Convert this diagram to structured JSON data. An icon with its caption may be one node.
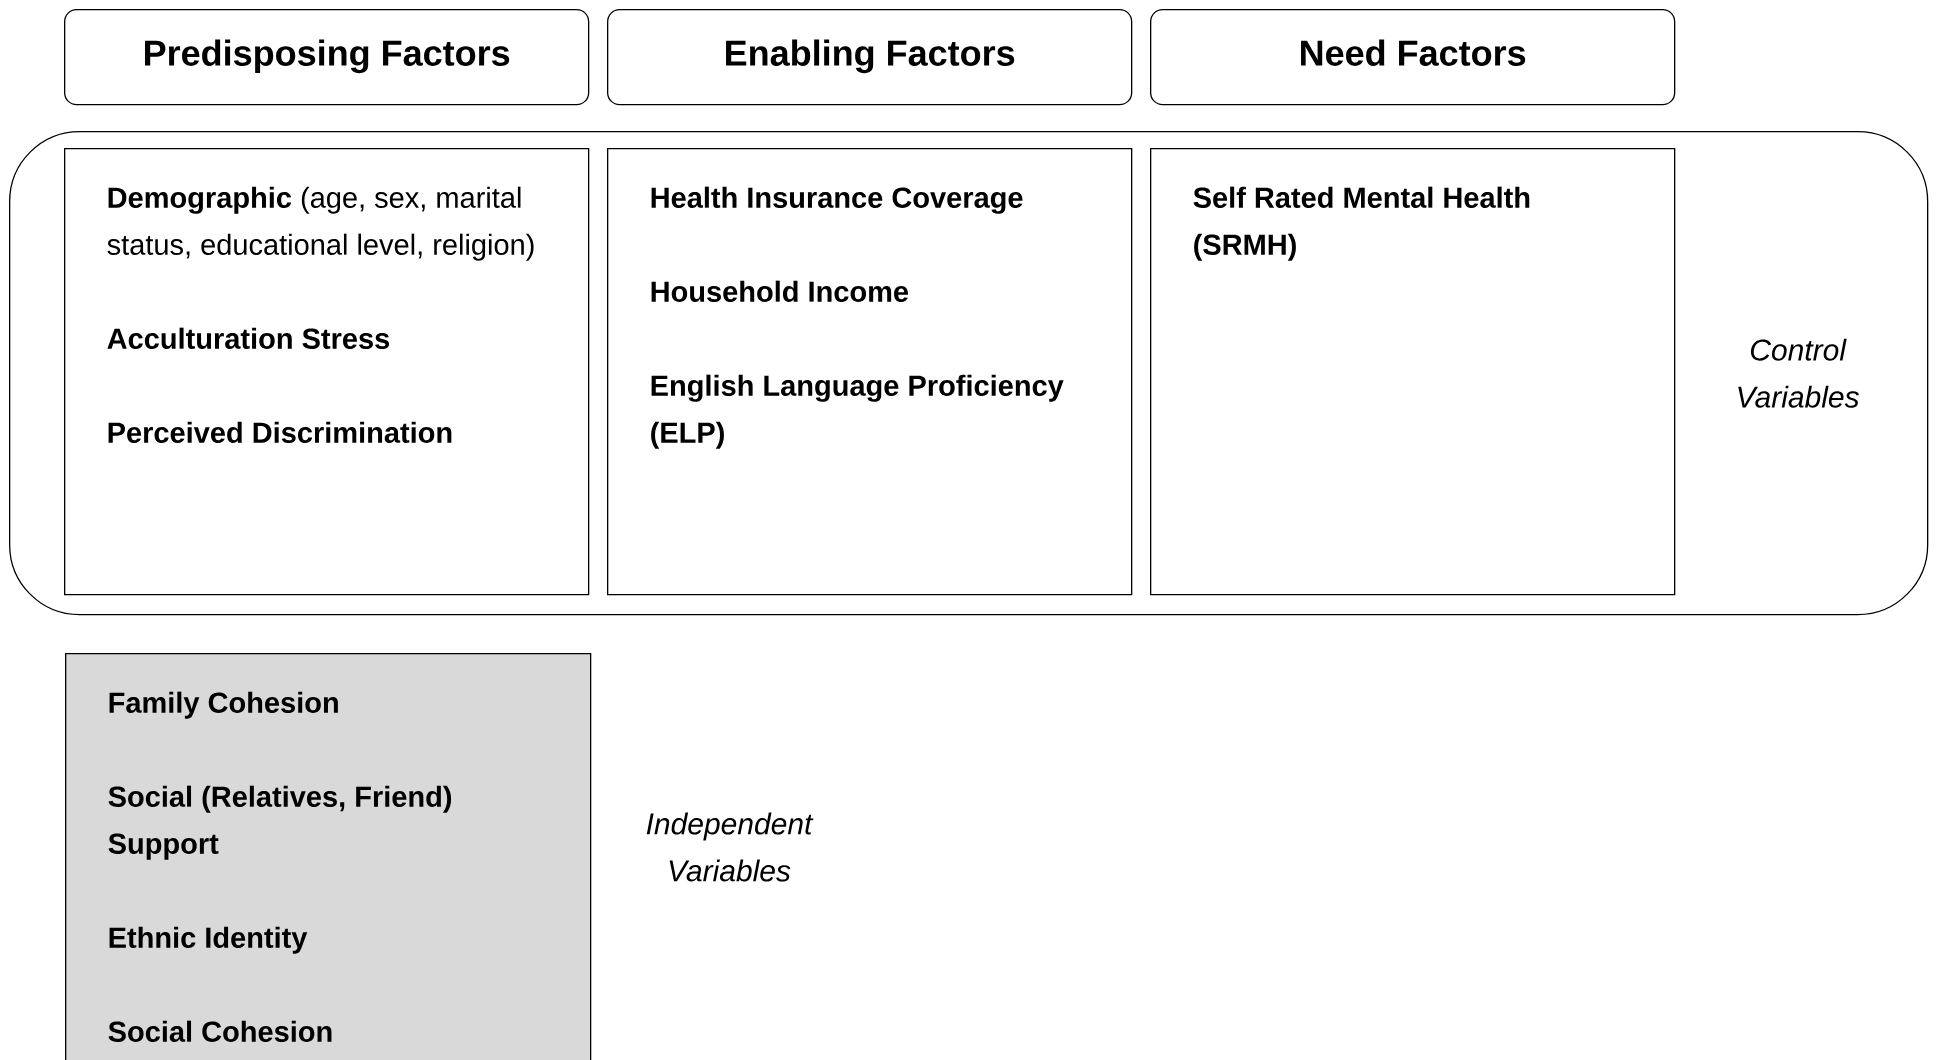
{
  "diagram": {
    "nodes": [
      {
        "text": [
          "Predisposing Factors"
        ]
      },
      {
        "text": [
          "Enabling Factors"
        ]
      },
      {
        "text": [
          "Need Factors"
        ]
      },
      {
        "text": [
          "Control Variables"
        ]
      },
      {
        "text": [
          "**Demographic** (age, sex, marital status, educational level, religion)",
          "Acculturation Stress",
          "Perceived Discrimination"
        ],
        "in": 3
      },
      {
        "text": [
          "Health Insurance Coverage",
          "Household Income",
          "English Language Proficiency (ELP)"
        ],
        "in": 3
      },
      {
        "text": [
          "Self Rated Mental Health (SRMH)"
        ],
        "in": 3
      },
      {
        "text": [
          "Family Cohesion",
          "Social (Relatives, Friend) Support",
          "Ethnic Identity",
          "Social Cohesion"
        ],
        "beside": [
          "Independent Variables"
        ]
      }
    ],
    "edges": []
  }
}
